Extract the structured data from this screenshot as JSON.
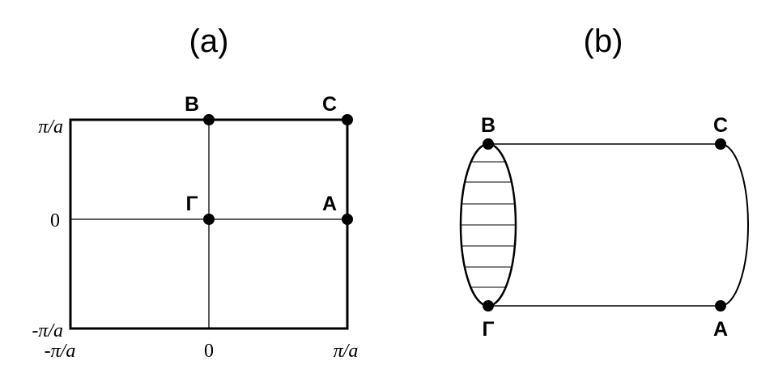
{
  "panel_a": {
    "title": "(a)",
    "y_ticks": {
      "top": "π/a",
      "middle": "0",
      "bottom": "-π/a"
    },
    "x_ticks": {
      "left": "-π/a",
      "middle": "0",
      "right": "π/a"
    },
    "points": {
      "B": "B",
      "C": "C",
      "Gamma": "Γ",
      "A": "A"
    }
  },
  "panel_b": {
    "title": "(b)",
    "points": {
      "B": "B",
      "C": "C",
      "Gamma": "Γ",
      "A": "A"
    }
  }
}
